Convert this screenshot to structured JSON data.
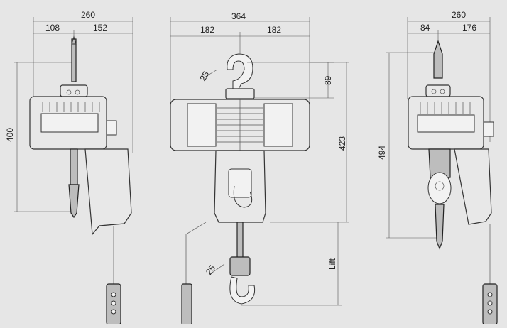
{
  "views": {
    "left": {
      "width_total": "260",
      "width_left": "108",
      "width_right": "152",
      "height": "400"
    },
    "center": {
      "width_total": "364",
      "width_left": "182",
      "width_right": "182",
      "hook_angle_top": "25",
      "hook_angle_bottom": "25",
      "hook_offset": "89",
      "height": "423",
      "lift_label": "Lift"
    },
    "right": {
      "width_total": "260",
      "width_left": "84",
      "width_right": "176",
      "height": "494"
    }
  }
}
